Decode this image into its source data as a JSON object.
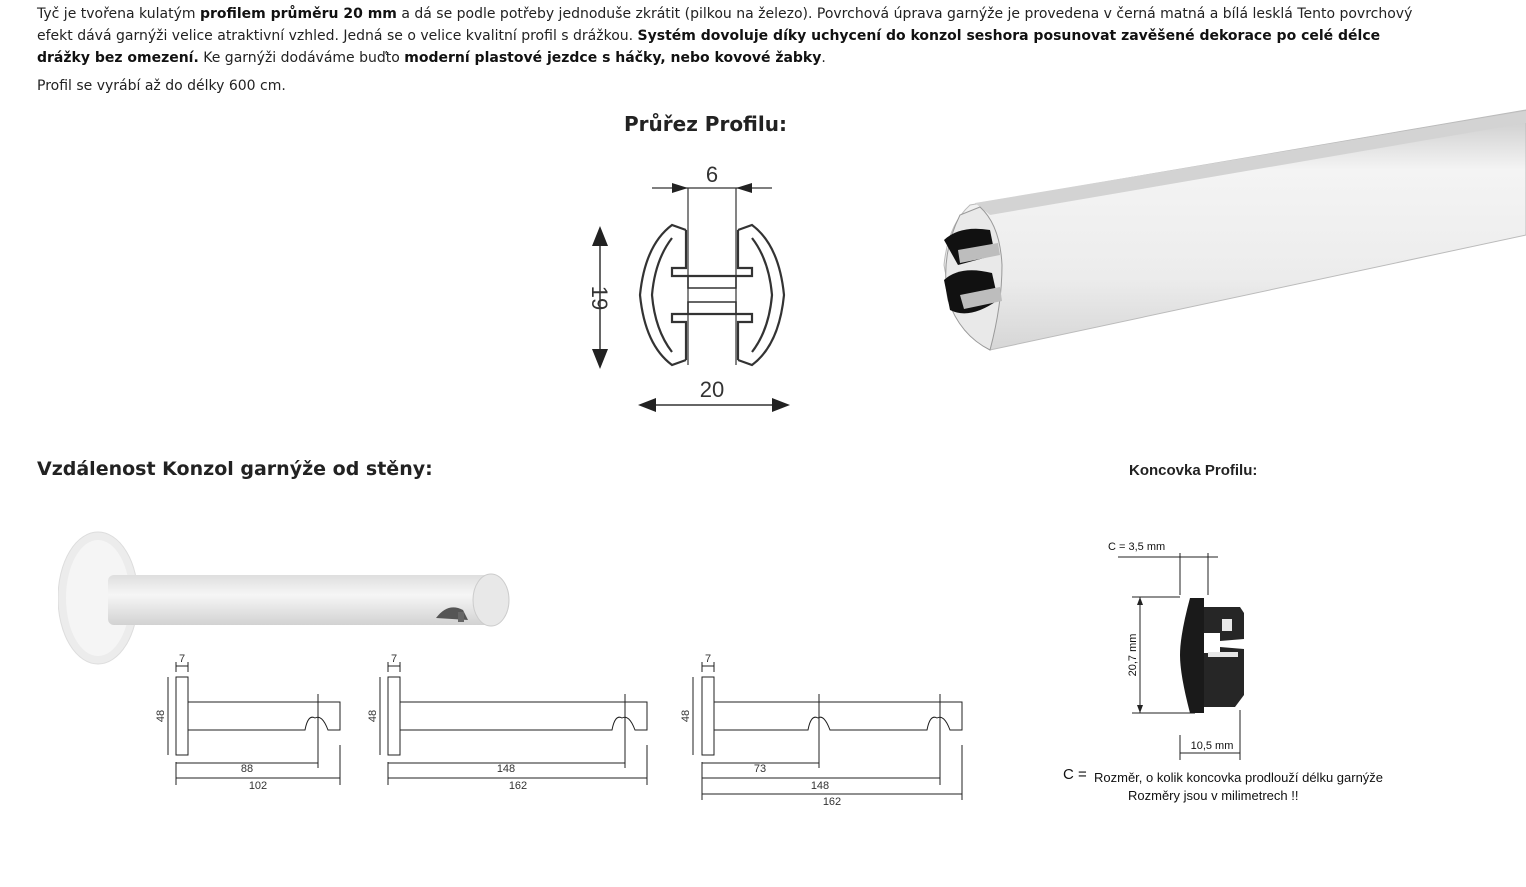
{
  "intro": {
    "t1": "Tyč je tvořena kulatým ",
    "b1": "profilem průměru 20 mm",
    "t2": " a dá se podle potřeby jednoduše zkrátit (pilkou na železo). Povrchová úprava garnýže je provedena v černá matná a bílá lesklá Tento povrchový efekt dává garnýži velice atraktivní vzhled. Jedná se o velice kvalitní profil s drážkou. ",
    "b2": "Systém dovoluje díky uchycení do konzol seshora posunovat zavěšené dekorace po celé délce drážky bez omezení.",
    "t3": " Ke garnýži dodáváme buďto ",
    "b3": "moderní plastové jezdce s háčky, nebo kovové žabky",
    "t4": "."
  },
  "paragraph2": "Profil se vyrábí až do délky 600 cm.",
  "headings": {
    "profile_section": "Průřez Profilu:",
    "konzol_section": "Vzdálenost Konzol garnýže od stěny:",
    "koncovka_section": "Koncovka Profilu:"
  },
  "profile_dims": {
    "groove": "6",
    "height": "19",
    "diameter": "20"
  },
  "brackets": [
    {
      "wall": "7",
      "height": "48",
      "inner": "88",
      "total": "102"
    },
    {
      "wall": "7",
      "height": "48",
      "inner": "148",
      "total": "162"
    },
    {
      "wall": "7",
      "height": "48",
      "inner1": "73",
      "inner2": "148",
      "total": "162"
    }
  ],
  "endcap": {
    "c_label": "C = 3,5 mm",
    "height": "20,7 mm",
    "width": "10,5 mm",
    "note_c": "C =",
    "note_text": "Rozměr, o kolik koncovka prodlouží délku garnýže",
    "note_units": "Rozměry jsou v milimetrech !!"
  }
}
